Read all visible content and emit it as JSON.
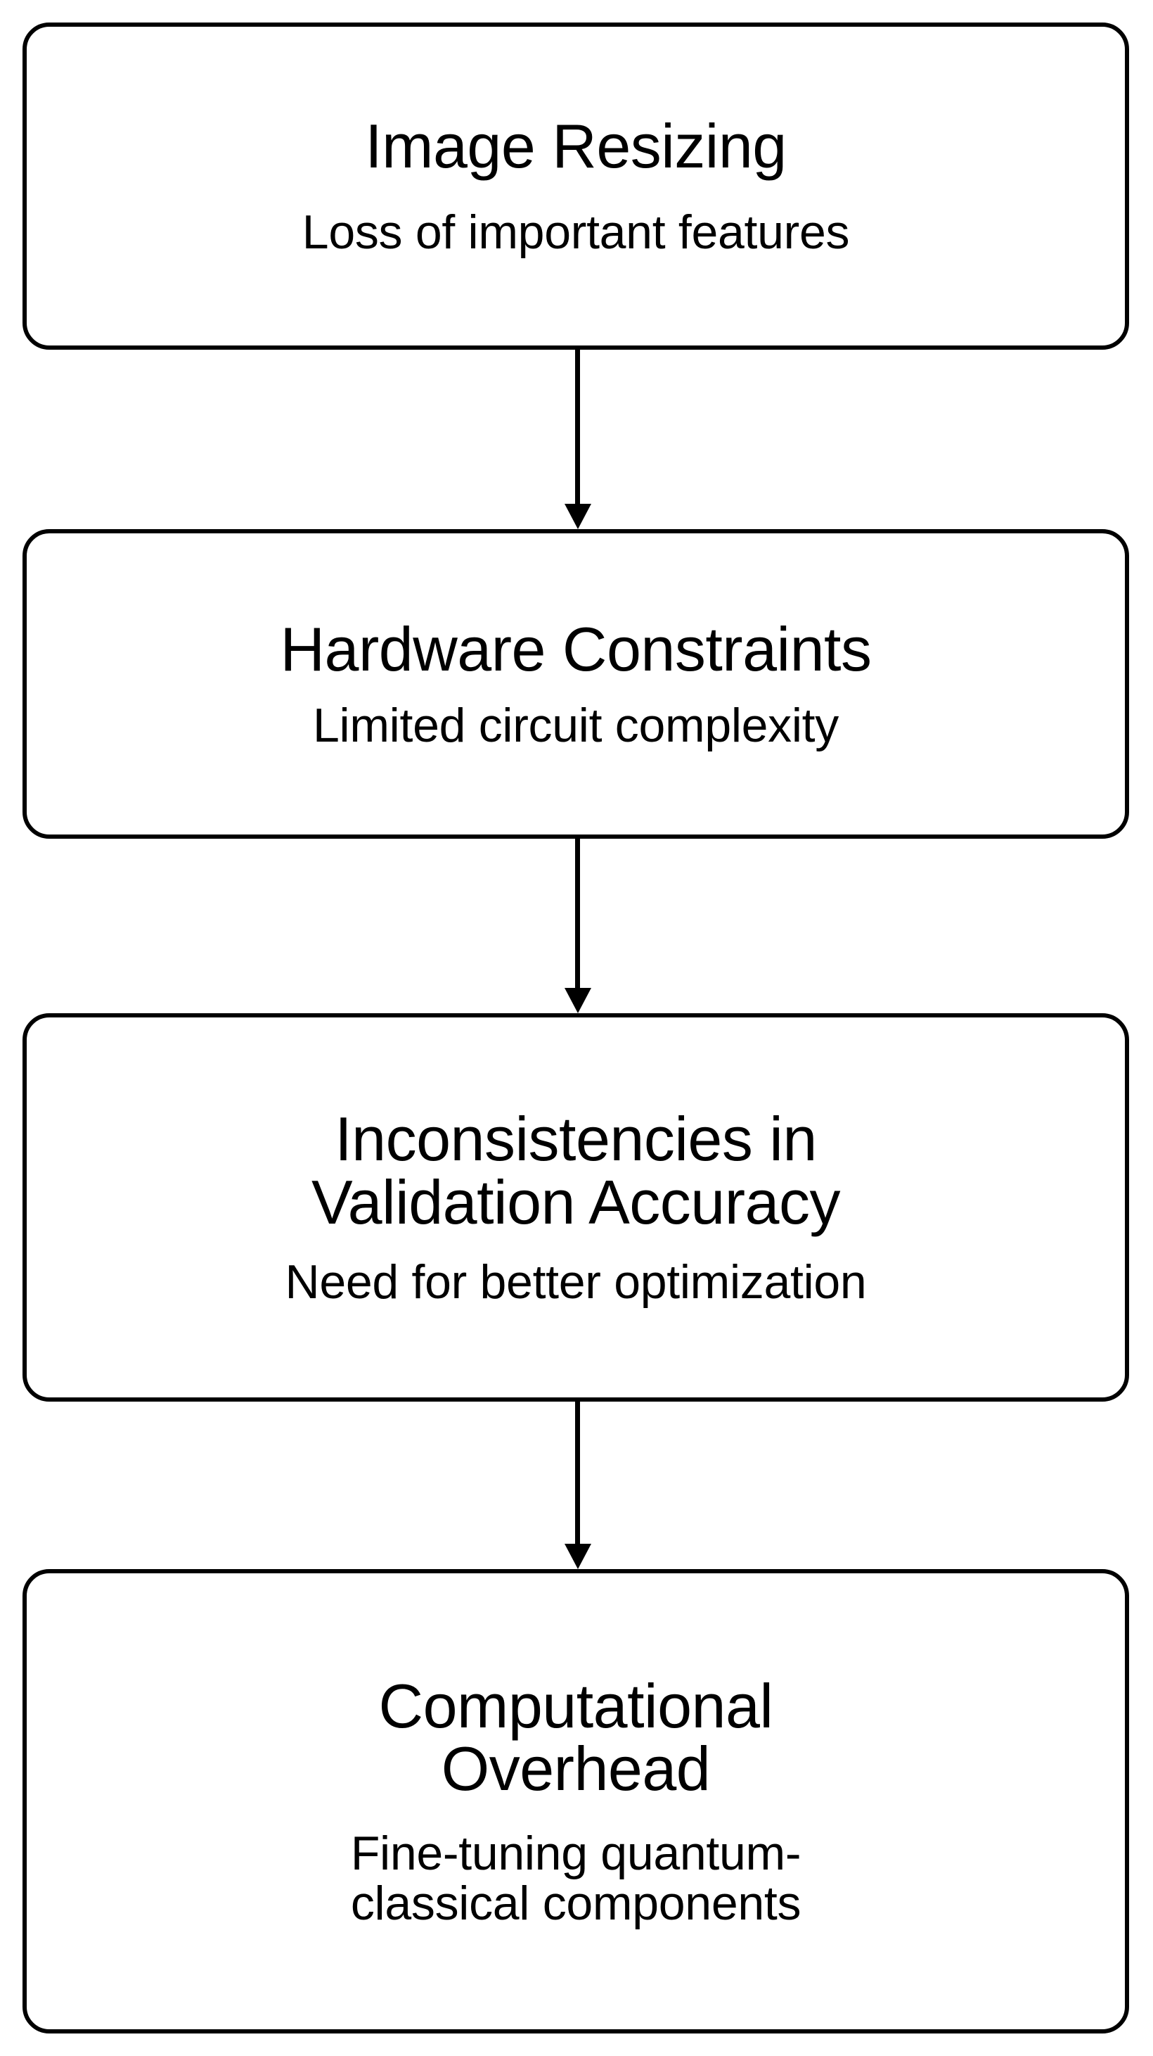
{
  "diagram": {
    "type": "flowchart",
    "orientation": "vertical-top-to-bottom",
    "background_color": "#ffffff",
    "stroke_color": "#000000",
    "text_color": "#000000",
    "nodes": [
      {
        "id": "image-resizing",
        "title": "Image Resizing",
        "subtitle": "Loss of important features"
      },
      {
        "id": "hardware-constraints",
        "title": "Hardware Constraints",
        "subtitle": "Limited circuit complexity"
      },
      {
        "id": "inconsistencies-validation-accuracy",
        "title": "Inconsistencies in\nValidation Accuracy",
        "subtitle": "Need for better optimization"
      },
      {
        "id": "computational-overhead",
        "title": "Computational\nOverhead",
        "subtitle": "Fine-tuning quantum-\nclassical components"
      }
    ],
    "connectors": [
      {
        "id": "arrow-1",
        "from": "image-resizing",
        "to": "hardware-constraints",
        "style": "solid-arrow-down"
      },
      {
        "id": "arrow-2",
        "from": "hardware-constraints",
        "to": "inconsistencies-validation-accuracy",
        "style": "solid-arrow-down"
      },
      {
        "id": "arrow-3",
        "from": "inconsistencies-validation-accuracy",
        "to": "computational-overhead",
        "style": "solid-arrow-down"
      }
    ]
  }
}
